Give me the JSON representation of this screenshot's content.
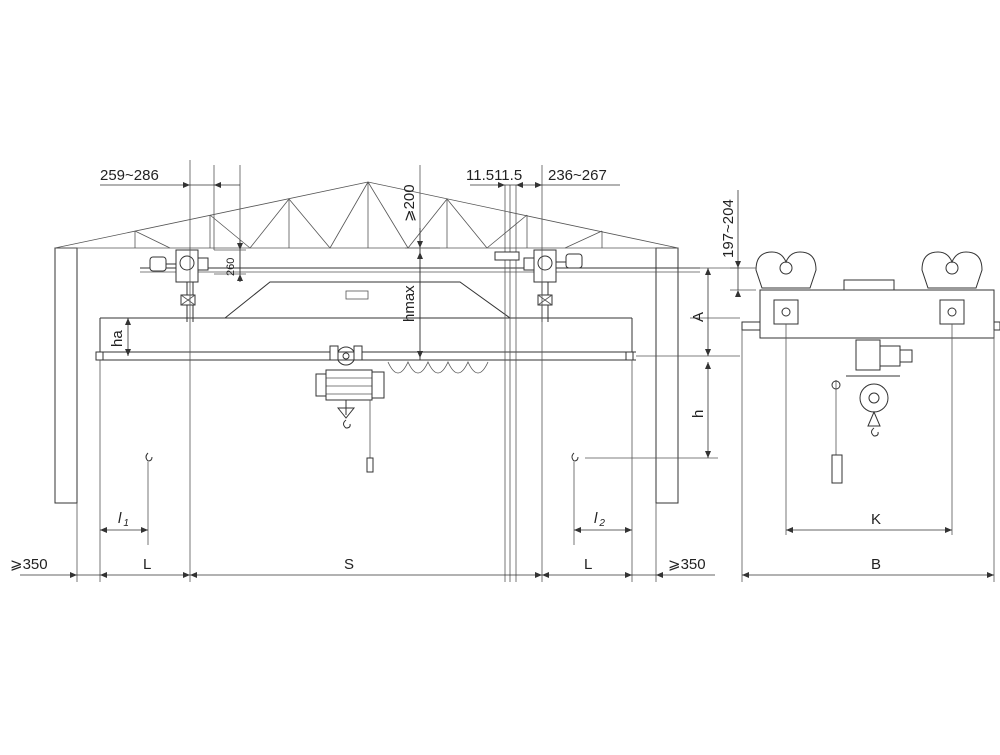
{
  "colors": {
    "line": "#333333",
    "background": "#ffffff"
  },
  "labels": {
    "left_clear": "⩾350",
    "right_clear": "⩾350",
    "span": "S",
    "l_left": "L",
    "l_right": "L",
    "l1_base": "l",
    "l1_sub": "1",
    "l2_base": "l",
    "l2_sub": "2",
    "wheel_left": "259~286",
    "wheel_right": "236~267",
    "rail_gap": "11.511.5",
    "top_clear": "⩾200",
    "rail_offset": "260",
    "hmax": "hmax",
    "ha": "ha",
    "A": "A",
    "h": "h",
    "side_top": "197~204",
    "K": "K",
    "B": "B"
  }
}
